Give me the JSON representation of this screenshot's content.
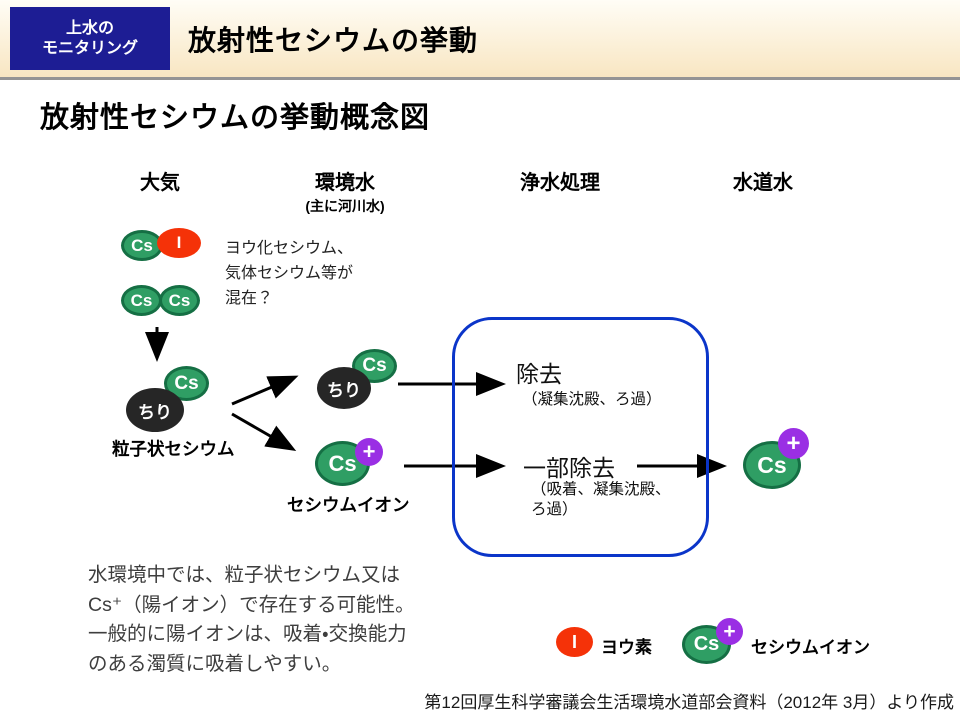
{
  "header": {
    "badge_line1": "上水の",
    "badge_line2": "モニタリング",
    "title": "放射性セシウムの挙動"
  },
  "page_title": "放射性セシウムの挙動概念図",
  "columns": {
    "atmosphere": "大気",
    "env_water": "環境水",
    "env_water_sub": "(主に河川水)",
    "purification": "浄水処理",
    "tap_water": "水道水"
  },
  "atoms": {
    "cs": "Cs",
    "iodine": "I",
    "dust": "ちり",
    "plus": "+"
  },
  "notes": {
    "mixture": "ヨウ化セシウム、\n気体セシウム等が\n混在？",
    "particulate_label": "粒子状セシウム",
    "ion_label": "セシウムイオン"
  },
  "process": {
    "removal": "除去",
    "removal_sub": "（凝集沈殿、ろ過）",
    "partial_removal": "一部除去",
    "partial_removal_sub": "（吸着、凝集沈殿、\nろ過）"
  },
  "legend": {
    "iodine_label": "ヨウ素",
    "cesium_ion_label": "セシウムイオン"
  },
  "footer": {
    "note": "水環境中では、粒子状セシウム又は\nCs⁺（陽イオン）で存在する可能性。\n一般的に陽イオンは、吸着・交換能力\nのある濁質に吸着しやすい。",
    "credit": "第12回厚生科学審議会生活環境水道部会資料（2012年 3月）より作成"
  },
  "colors": {
    "header_badge_bg": "#1d1d94",
    "header_gradient_top": "#fffdf6",
    "header_gradient_bottom": "#f8e6c2",
    "header_border": "#949494",
    "cs_fill": "#2f9e64",
    "cs_border": "#156f44",
    "iodine_fill": "#f53208",
    "dust_fill": "#262626",
    "plus_fill": "#9a2fe4",
    "process_box_border": "#0b35c9",
    "arrow": "#000000",
    "note_text": "#3e3e3e"
  }
}
